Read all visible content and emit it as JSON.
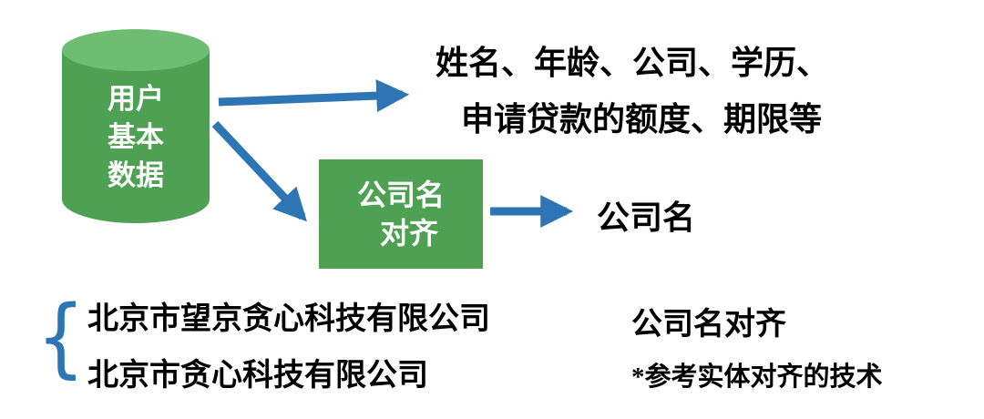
{
  "diagram": {
    "database": {
      "label_lines": [
        "用户",
        "基本",
        "数据"
      ]
    },
    "attributes": {
      "line1": "姓名、年龄、公司、学历、",
      "line2": "申请贷款的额度、期限等"
    },
    "process_box": {
      "line1": "公司名",
      "line2": "对齐"
    },
    "output_label": "公司名",
    "example": {
      "brace": "{",
      "company1": "北京市望京贪心科技有限公司",
      "company2": "北京市贪心科技有限公司",
      "note_title": "公司名对齐",
      "note_sub": "*参考实体对齐的技术"
    },
    "colors": {
      "green": "#4ea053",
      "green_light": "#6ebd72",
      "blue": "#2e75b6",
      "text": "#000000"
    }
  }
}
